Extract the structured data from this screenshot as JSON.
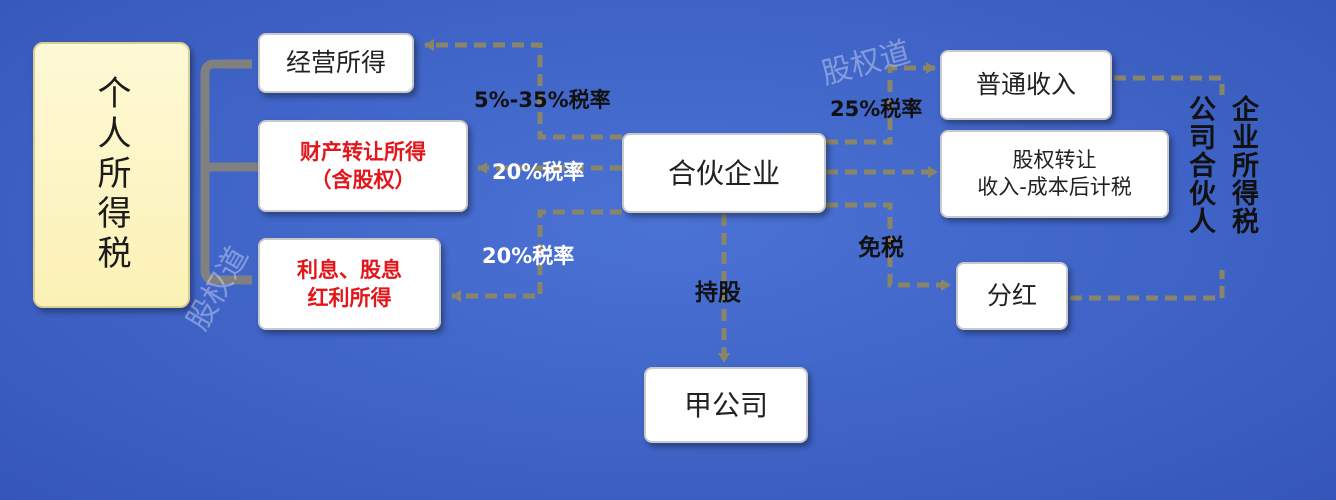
{
  "main_box": {
    "label": "个人所得税"
  },
  "boxes": {
    "business_income": "经营所得",
    "property_transfer_line1": "财产转让所得",
    "property_transfer_line2": "（含股权）",
    "interest_dividend_line1": "利息、股息",
    "interest_dividend_line2": "红利所得",
    "partnership": "合伙企业",
    "company_a": "甲公司",
    "ordinary_income": "普通收入",
    "equity_transfer_line1": "股权转让",
    "equity_transfer_line2": "收入-成本后计税",
    "dividend": "分红"
  },
  "labels": {
    "rate_5_35": "5%-35%税率",
    "rate_20_a": "20%税率",
    "rate_20_b": "20%税率",
    "rate_25": "25%税率",
    "tax_exempt": "免税",
    "shareholding": "持股"
  },
  "side_label": {
    "col1": "企业所得税",
    "col2": "公司合伙人"
  },
  "watermark": "股权道",
  "colors": {
    "background": "#3f63c6",
    "connector": "#8a8468",
    "bracket": "#808080",
    "highlight_text": "#e3161b",
    "main_box": "#fbf1b5"
  }
}
